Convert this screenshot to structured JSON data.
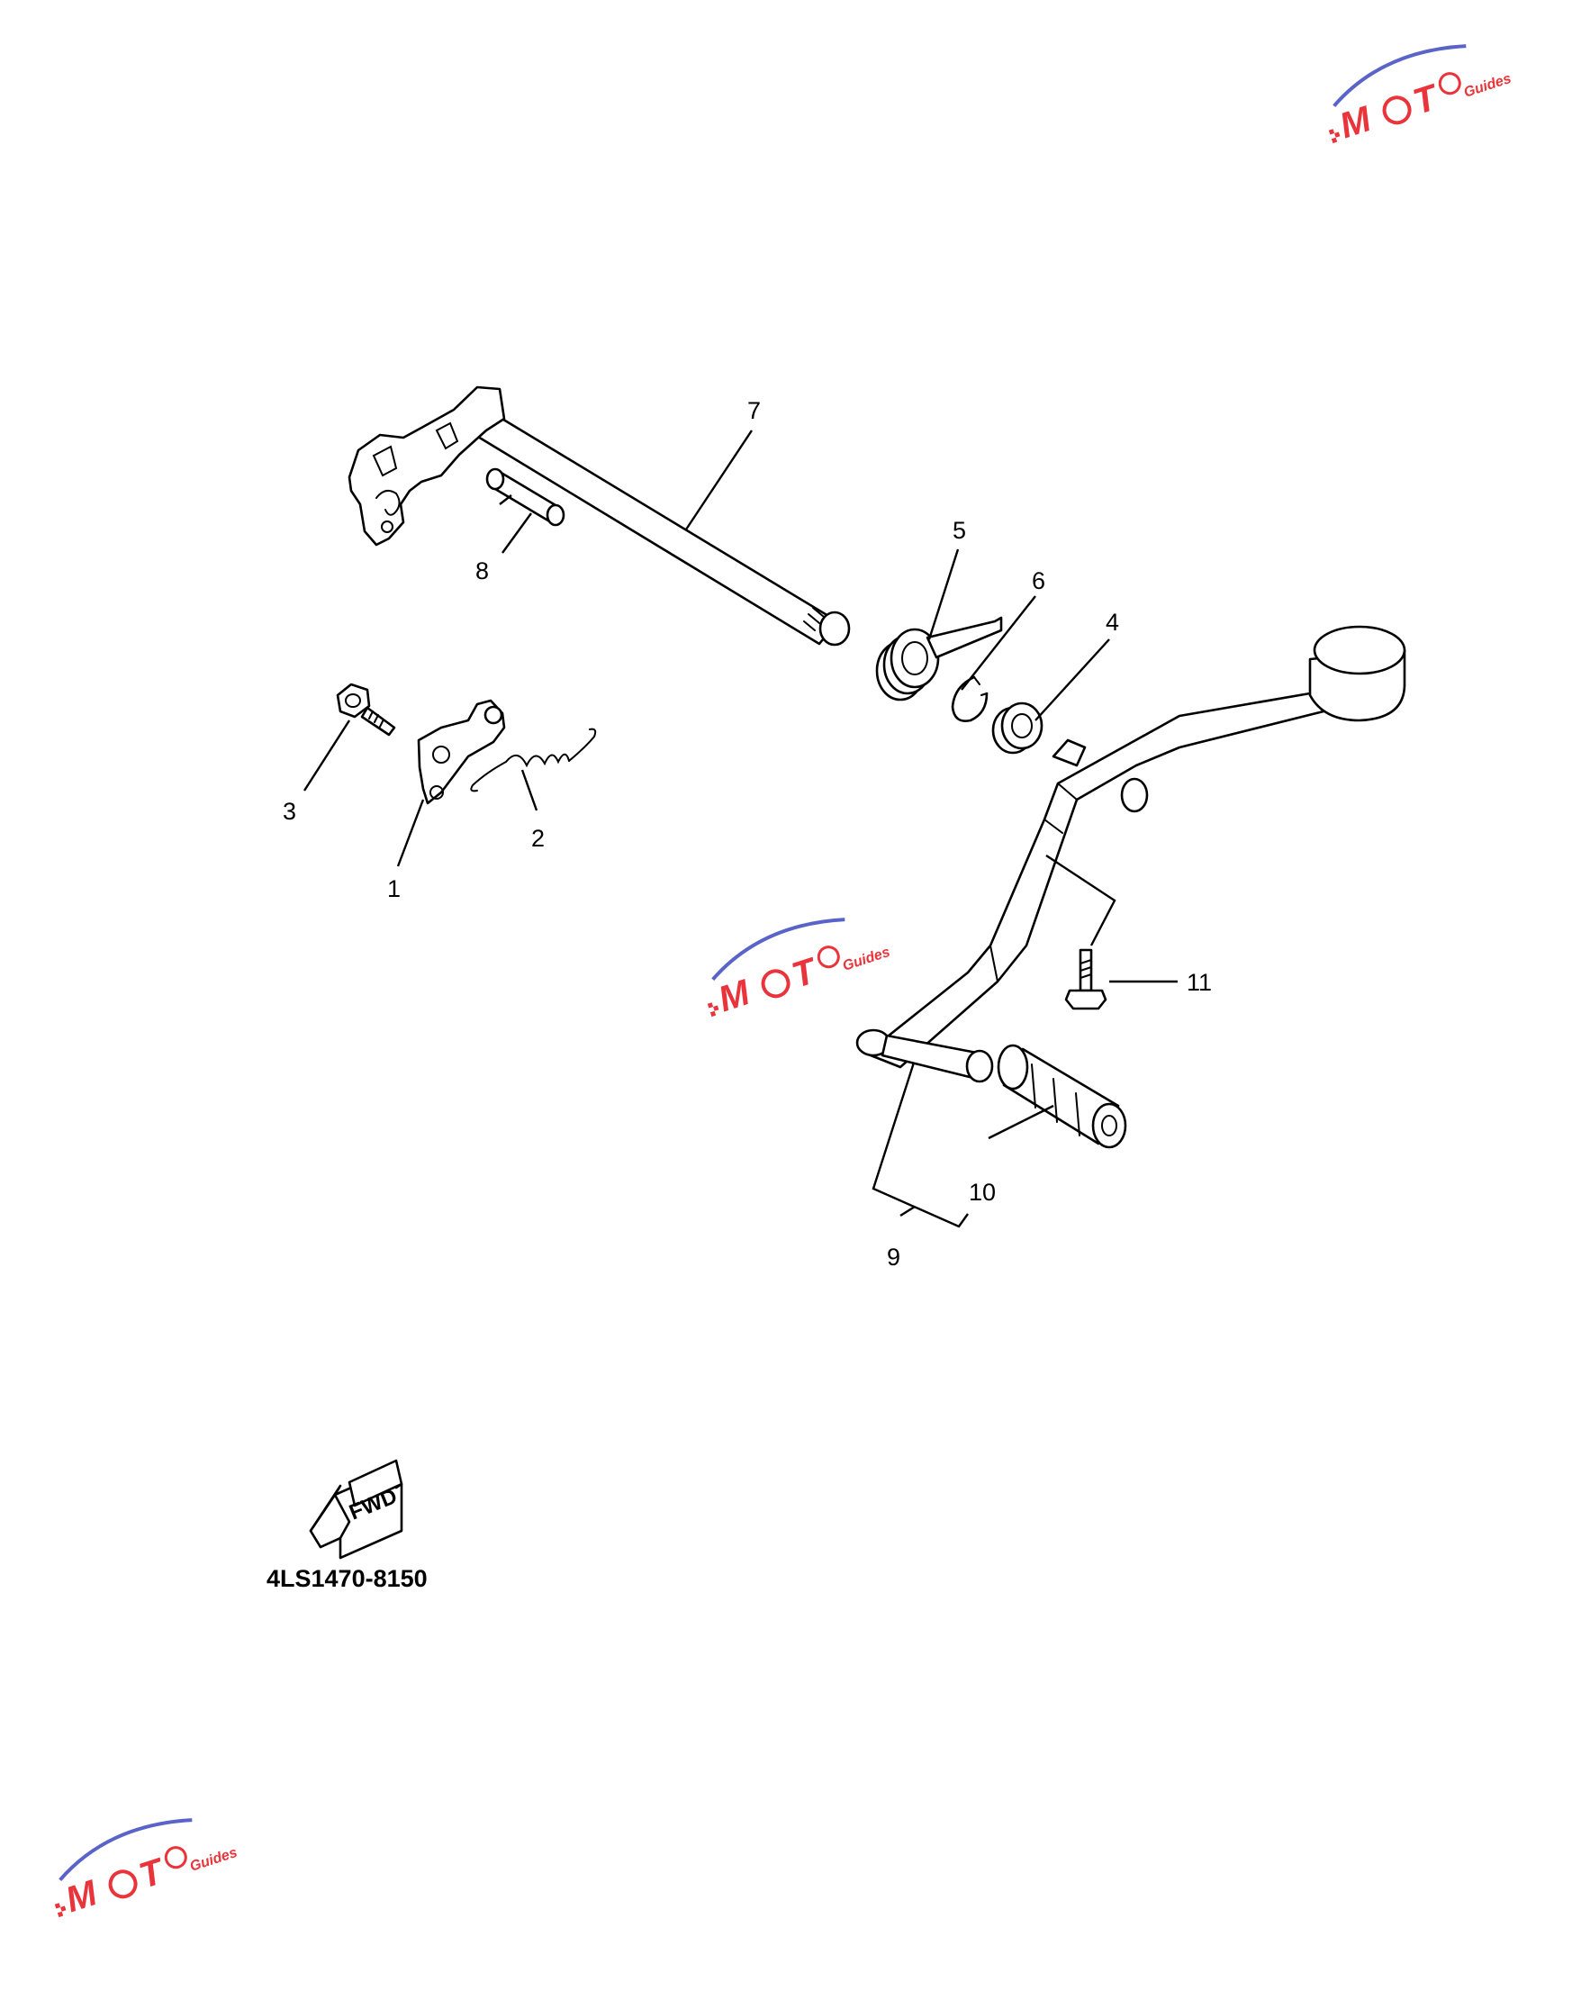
{
  "diagram": {
    "callouts": {
      "c1": "1",
      "c2": "2",
      "c3": "3",
      "c4": "4",
      "c5": "5",
      "c6": "6",
      "c7": "7",
      "c8": "8",
      "c9": "9",
      "c10": "10",
      "c11": "11"
    },
    "direction_label": "FWD",
    "diagram_code": "4LS1470-8150"
  },
  "watermark": {
    "brand": "MOTO",
    "sub": "Guides",
    "colors": {
      "red": "#e8343a",
      "blue": "#5a63c8"
    }
  }
}
